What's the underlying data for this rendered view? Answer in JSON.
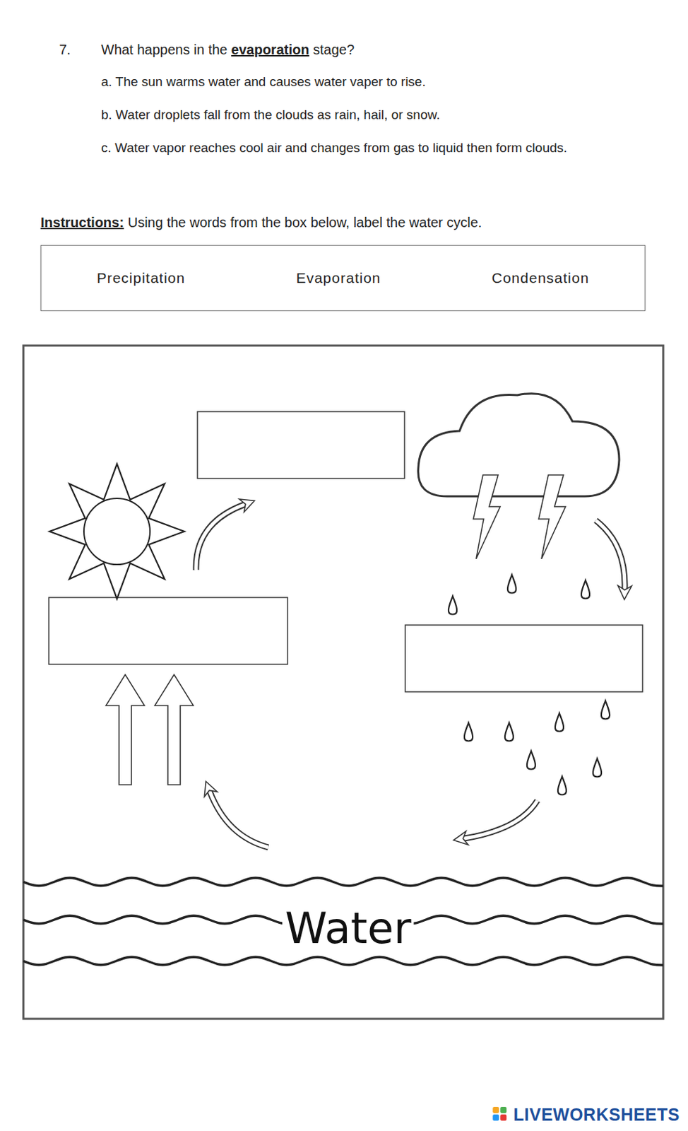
{
  "diagram": {
    "nodes": [
      {
        "text": [
          "Precipitation",
          "Evaporation",
          "Condensation"
        ]
      }
    ],
    "labels": [
      "7.",
      "What happens in the",
      "evaporation",
      "stage?",
      "a. The sun warms water and causes water vaper to rise.",
      "b. Water droplets fall from the clouds as rain, hail, or snow.",
      "c. Water vapor reaches cool air and changes from gas to liquid then form clouds.",
      "Instructions:",
      "Using the words from the box below, label the water cycle.",
      "Water",
      "LIVEWORKSHEETS"
    ]
  }
}
